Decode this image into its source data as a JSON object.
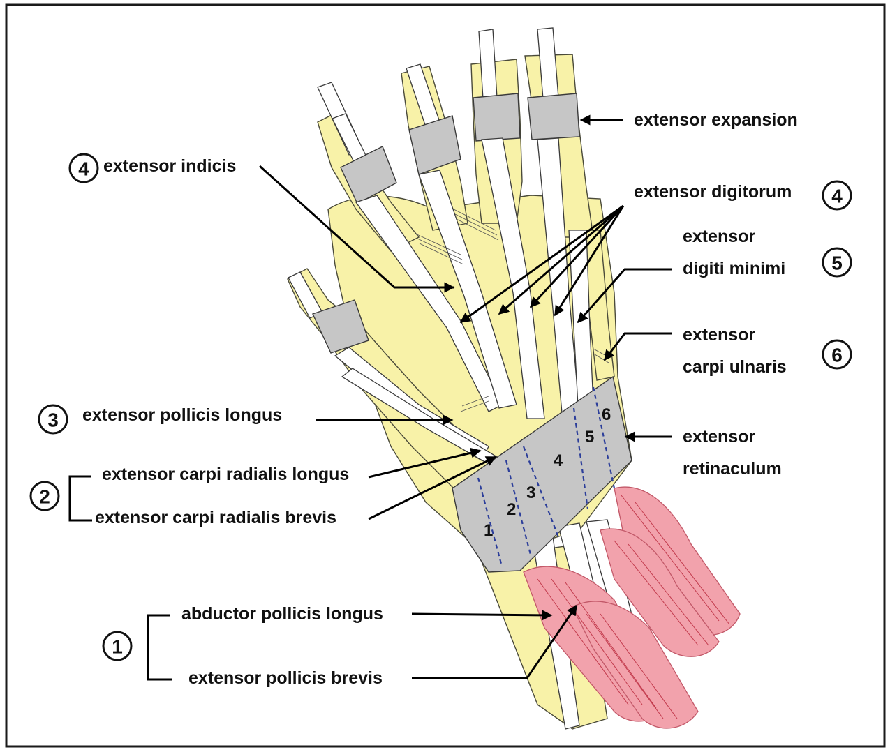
{
  "labels": {
    "extensor_expansion": "extensor expansion",
    "extensor_indicis": "extensor indicis",
    "extensor_digitorum": "extensor digitorum",
    "extensor_digiti_minimi_1": "extensor",
    "extensor_digiti_minimi_2": "digiti  minimi",
    "extensor_carpi_ulnaris_1": "extensor",
    "extensor_carpi_ulnaris_2": "carpi ulnaris",
    "extensor_pollicis_longus": "extensor pollicis longus",
    "extensor_retinaculum_1": "extensor",
    "extensor_retinaculum_2": "retinaculum",
    "extensor_carpi_radialis_longus": "extensor carpi radialis longus",
    "extensor_carpi_radialis_brevis": "extensor carpi radialis brevis",
    "abductor_pollicis_longus": "abductor pollicis longus",
    "extensor_pollicis_brevis": "extensor pollicis brevis"
  },
  "circled_numbers": {
    "indicis": "4",
    "digitorum": "4",
    "digiti_minimi": "5",
    "carpi_ulnaris": "6",
    "pollicis_longus": "3",
    "carpi_radialis": "2",
    "abductor_group": "1"
  },
  "compartment_numbers": [
    "1",
    "2",
    "3",
    "4",
    "5",
    "6"
  ],
  "colors": {
    "skin": "#f8f2a8",
    "tendon": "#ffffff",
    "retinaculum": "#c6c6c6",
    "muscle": "#f2a2ac",
    "compartment_divider": "#2c3e9a"
  }
}
